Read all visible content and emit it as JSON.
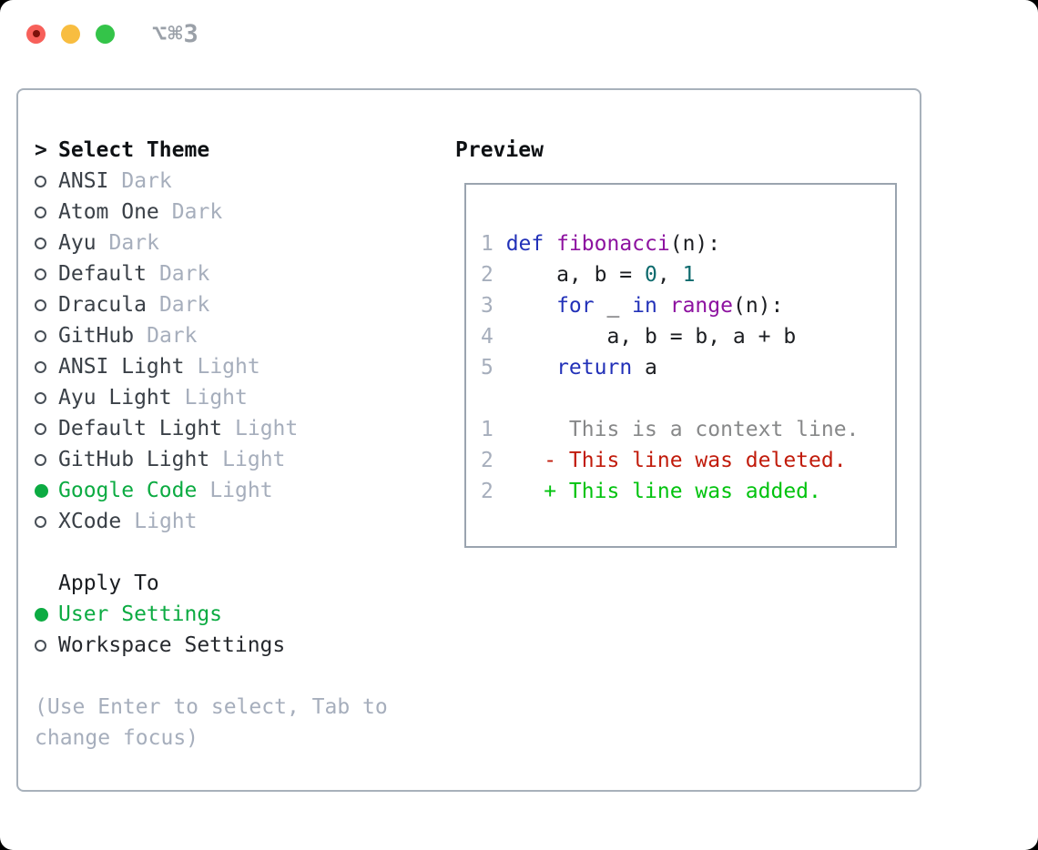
{
  "window": {
    "title": "⌥⌘3"
  },
  "colors": {
    "accent-green": "#0cab42",
    "muted-gray": "#a6aebc",
    "panel-border": "#a8b1bb",
    "preview-border": "#9aa4af",
    "line-num": "#a6aebc",
    "title-gray": "#9aa0a8",
    "traffic-red": "#f7605a",
    "traffic-red-dot": "#7c120b",
    "traffic-yellow": "#f8bd40",
    "traffic-green": "#34c449",
    "syn-keyword": "#2231b8",
    "syn-function": "#8d12a0",
    "syn-literal": "#0d6a6d",
    "diff-context": "#878889",
    "diff-deleted": "#c11b0b",
    "diff-added": "#01c30e"
  },
  "theme_selector": {
    "prompt": ">",
    "title": "Select Theme",
    "items": [
      {
        "name": "ANSI",
        "variant": "Dark",
        "selected": false
      },
      {
        "name": "Atom One",
        "variant": "Dark",
        "selected": false
      },
      {
        "name": "Ayu",
        "variant": "Dark",
        "selected": false
      },
      {
        "name": "Default",
        "variant": "Dark",
        "selected": false
      },
      {
        "name": "Dracula",
        "variant": "Dark",
        "selected": false
      },
      {
        "name": "GitHub",
        "variant": "Dark",
        "selected": false
      },
      {
        "name": "ANSI Light",
        "variant": "Light",
        "selected": false
      },
      {
        "name": "Ayu Light",
        "variant": "Light",
        "selected": false
      },
      {
        "name": "Default Light",
        "variant": "Light",
        "selected": false
      },
      {
        "name": "GitHub Light",
        "variant": "Light",
        "selected": false
      },
      {
        "name": "Google Code",
        "variant": "Light",
        "selected": true
      },
      {
        "name": "XCode",
        "variant": "Light",
        "selected": false
      }
    ]
  },
  "apply_to": {
    "title": "Apply To",
    "options": [
      {
        "label": "User Settings",
        "selected": true
      },
      {
        "label": "Workspace Settings",
        "selected": false
      }
    ]
  },
  "help": {
    "line1": "(Use Enter to select, Tab to",
    "line2": "change focus)"
  },
  "preview": {
    "title": "Preview",
    "lines": [
      {
        "num": "1",
        "tokens": [
          [
            "kw",
            "def"
          ],
          [
            "pl",
            " "
          ],
          [
            "fn",
            "fibonacci"
          ],
          [
            "pl",
            "(n):"
          ]
        ]
      },
      {
        "num": "2",
        "tokens": [
          [
            "pl",
            "    a, b = "
          ],
          [
            "lit",
            "0"
          ],
          [
            "pl",
            ", "
          ],
          [
            "lit",
            "1"
          ]
        ]
      },
      {
        "num": "3",
        "tokens": [
          [
            "pl",
            "    "
          ],
          [
            "kw",
            "for"
          ],
          [
            "pl",
            " _ "
          ],
          [
            "kw",
            "in"
          ],
          [
            "pl",
            " "
          ],
          [
            "fn",
            "range"
          ],
          [
            "pl",
            "(n):"
          ]
        ]
      },
      {
        "num": "4",
        "tokens": [
          [
            "pl",
            "        a, b = b, a + b"
          ]
        ]
      },
      {
        "num": "5",
        "tokens": [
          [
            "pl",
            "    "
          ],
          [
            "kw",
            "return"
          ],
          [
            "pl",
            " a"
          ]
        ]
      },
      {
        "num": "",
        "tokens": []
      },
      {
        "num": "1",
        "tokens": [
          [
            "ctx",
            "     This is a context line."
          ]
        ]
      },
      {
        "num": "2",
        "tokens": [
          [
            "del",
            "   - This line was deleted."
          ]
        ]
      },
      {
        "num": "2",
        "tokens": [
          [
            "add",
            "   + This line was added."
          ]
        ]
      }
    ]
  }
}
